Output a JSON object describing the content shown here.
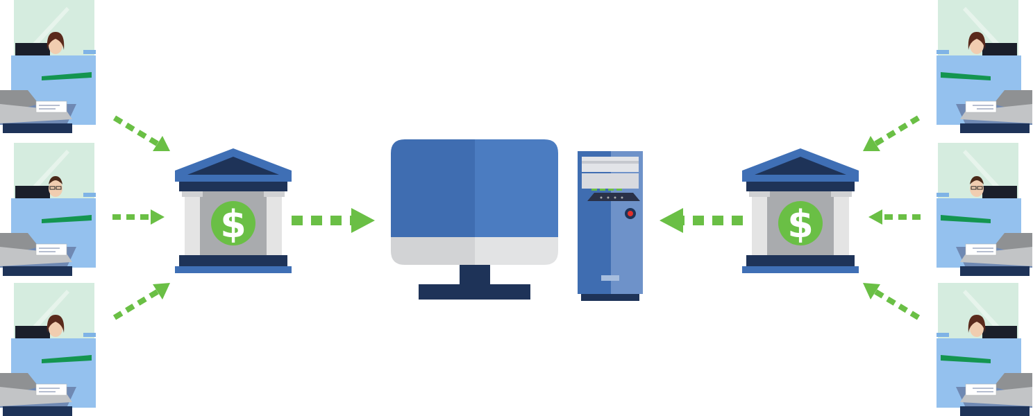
{
  "diagram": {
    "bank_symbol": "$",
    "colors": {
      "arrow": "#6abf45",
      "bank_roof": "#3f6fb5",
      "bank_dark": "#1e3358",
      "bank_column": "#e4e4e4",
      "bank_wall": "#a9abae",
      "dollar_circle": "#6abf45",
      "monitor_left": "#3f6db1",
      "monitor_right": "#4b7cc1",
      "monitor_base": "#d2d3d5",
      "monitor_stand": "#1e3358",
      "tower_left": "#3f6db1",
      "tower_right": "#6e92c9",
      "teller_window": "#d5ecdf",
      "teller_desk": "#94c1ee",
      "teller_counter": "#1e3358"
    },
    "tellers_left": [
      {
        "gender": "female"
      },
      {
        "gender": "male"
      },
      {
        "gender": "female"
      }
    ],
    "tellers_right": [
      {
        "gender": "female"
      },
      {
        "gender": "male"
      },
      {
        "gender": "female"
      }
    ]
  }
}
